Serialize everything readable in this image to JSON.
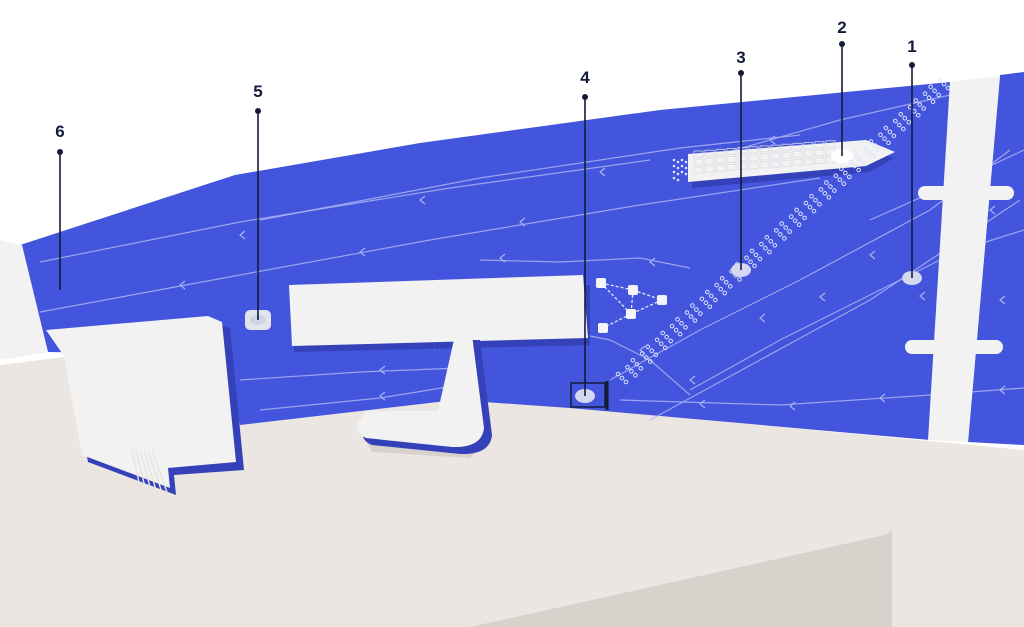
{
  "colors": {
    "water": "#4455dd",
    "water_dark": "#3441b8",
    "land": "#ebe6e1",
    "land_shadow": "#d8d2cc",
    "structure": "#f2f2f2",
    "structure_shadow": "#d0d0d6",
    "flow_line": "#aab3f2",
    "marker": "#141b3a",
    "bubble": "#dfe3ff"
  },
  "markers": [
    {
      "id": "1",
      "label": "1"
    },
    {
      "id": "2",
      "label": "2"
    },
    {
      "id": "3",
      "label": "3"
    },
    {
      "id": "4",
      "label": "4"
    },
    {
      "id": "5",
      "label": "5"
    },
    {
      "id": "6",
      "label": "6"
    }
  ],
  "icons": [
    "flow-arrow-icon",
    "ship-icon",
    "bubble-barrier-icon",
    "sensor-pad-icon",
    "floating-boom-icon",
    "gate-icon"
  ]
}
